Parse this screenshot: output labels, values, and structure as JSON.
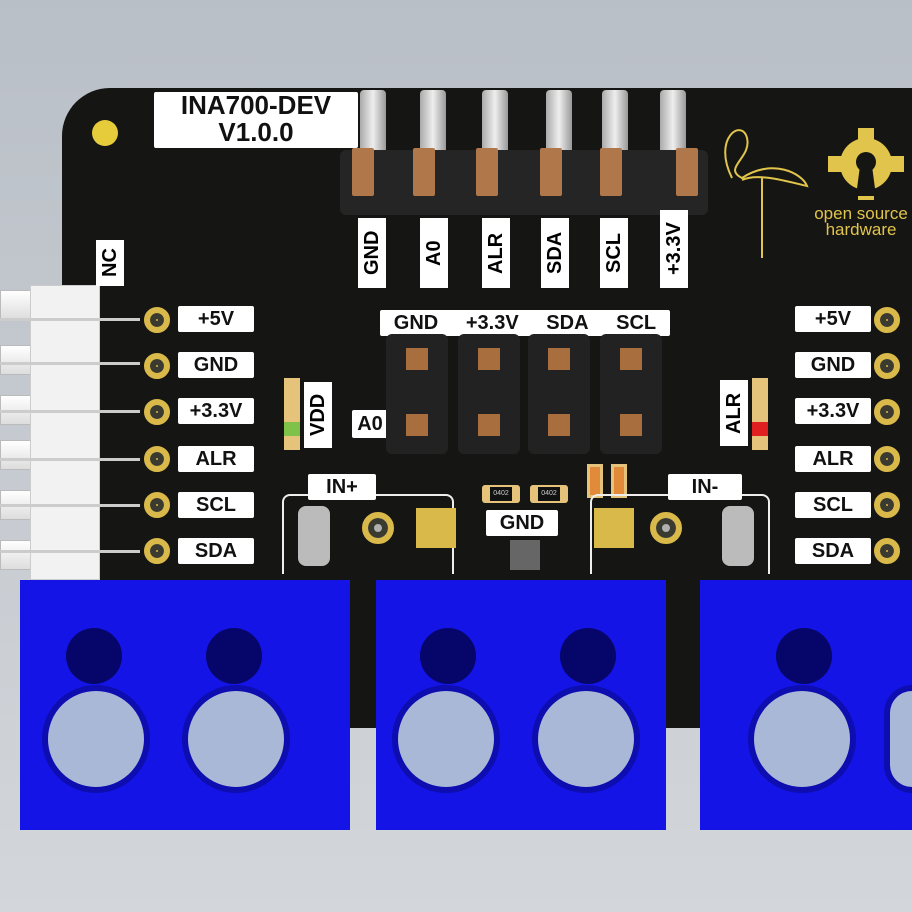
{
  "title": {
    "name": "INA700-DEV",
    "version": "V1.0.0"
  },
  "top_header": [
    "GND",
    "A0",
    "ALR",
    "SDA",
    "SCL",
    "+3.3V"
  ],
  "nc_label": "NC",
  "left_pins": [
    "+5V",
    "GND",
    "+3.3V",
    "ALR",
    "SCL",
    "SDA"
  ],
  "right_pins": [
    "+5V",
    "GND",
    "+3.3V",
    "ALR",
    "SCL",
    "SDA"
  ],
  "jumper_labels": [
    "GND",
    "+3.3V",
    "SDA",
    "SCL"
  ],
  "jumper_side_label": "A0",
  "led_labels": {
    "left": "VDD",
    "right": "ALR"
  },
  "terminal_labels": {
    "in_plus": "IN+",
    "in_minus": "IN-",
    "gnd": "GND"
  },
  "component_marking": "0402",
  "logo": {
    "line1": "open source",
    "line2": "hardware"
  },
  "colors": {
    "board": "#151513",
    "gold": "#d9b949",
    "terminal": "#1414e6",
    "silk": "#ffffff"
  }
}
